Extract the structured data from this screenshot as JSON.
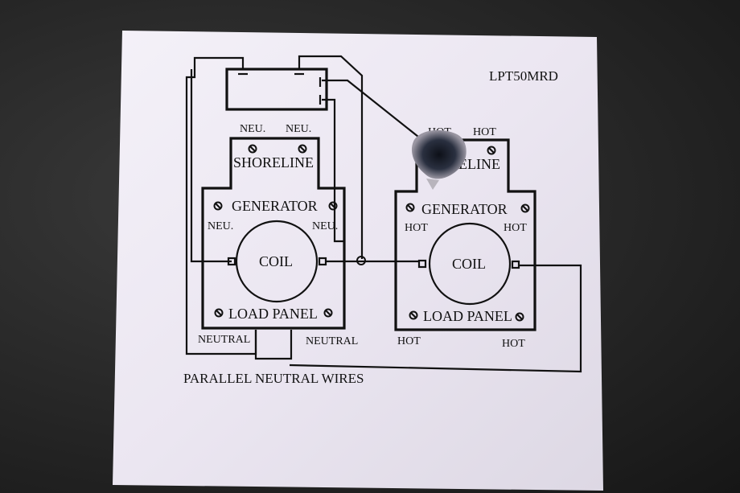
{
  "label": {
    "model": "LPT50MRD",
    "caption": "PARALLEL NEUTRAL WIRES",
    "left_box": {
      "top_left": "NEU.",
      "top_right": "NEU.",
      "shoreline": "SHORELINE",
      "generator": "GENERATOR",
      "mid_left": "NEU.",
      "mid_right": "NEU.",
      "coil": "COIL",
      "load_panel": "LOAD PANEL",
      "bottom_left": "NEUTRAL",
      "bottom_right": "NEUTRAL"
    },
    "right_box": {
      "top_left": "HOT",
      "top_right": "HOT",
      "shoreline": "SHORELINE",
      "generator": "GENERATOR",
      "mid_left": "HOT",
      "mid_right": "HOT",
      "coil": "COIL",
      "load_panel": "LOAD PANEL",
      "bottom_left": "HOT",
      "bottom_right": "HOT"
    }
  },
  "colors": {
    "paper": "#ece8f2",
    "ink": "#111111",
    "background": "#262626"
  }
}
